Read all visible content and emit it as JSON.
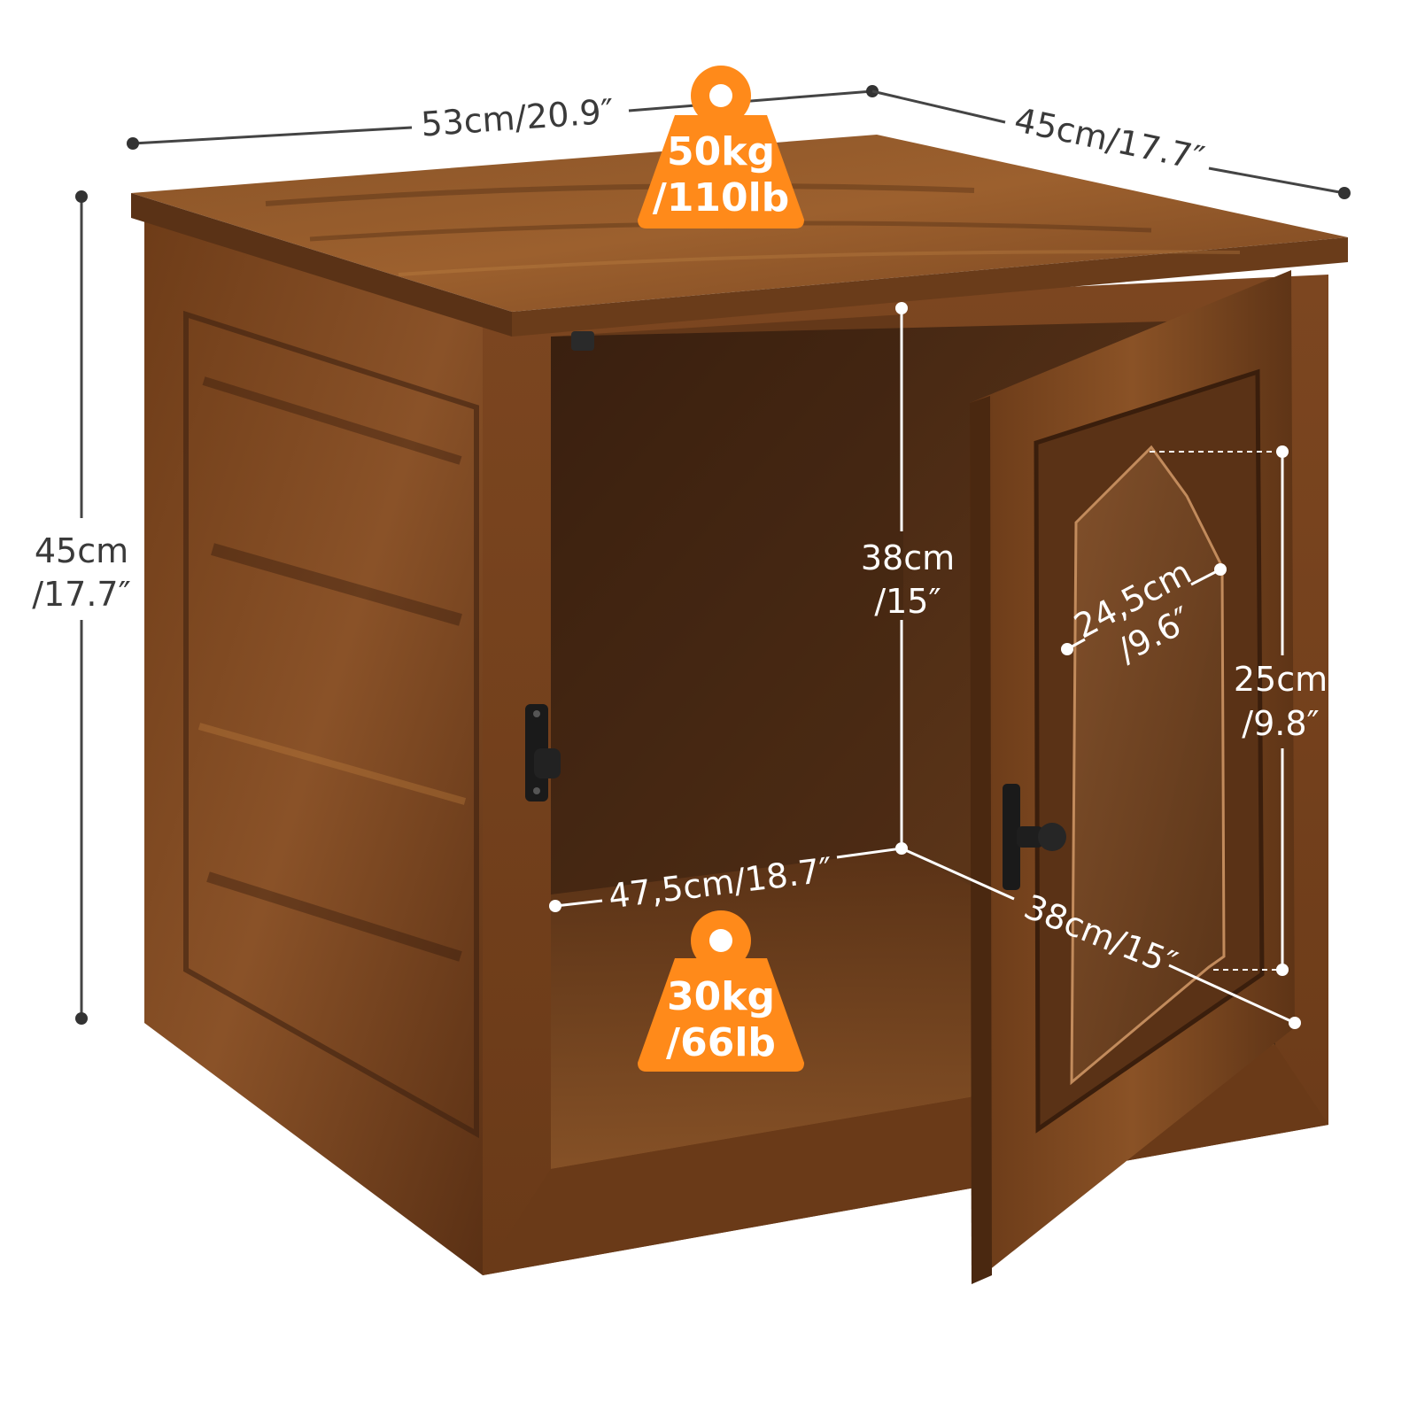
{
  "colors": {
    "wood_dark": "#4a2a14",
    "wood_mid": "#7a4a24",
    "wood_light": "#a86c36",
    "accent_orange": "#ff8a1a",
    "dim_line": "#444444",
    "dim_line_light": "#ffffff"
  },
  "dimensions": {
    "width": "53cm/20.9″",
    "depth": "45cm/17.7″",
    "height_line1": "45cm",
    "height_line2": "/17.7″",
    "inner_height_line1": "38cm",
    "inner_height_line2": "/15″",
    "inner_width": "47,5cm/18.7″",
    "inner_depth": "38cm/15″",
    "window_width_line1": "24,5cm",
    "window_width_line2": "/9.6″",
    "window_height_line1": "25cm",
    "window_height_line2": "/9.8″"
  },
  "load_ratings": {
    "top_line1": "50kg",
    "top_line2": "/110lb",
    "bottom_line1": "30kg",
    "bottom_line2": "/66lb"
  },
  "icons": [
    "weight-icon",
    "weight-icon",
    "latch-icon",
    "door-knob-icon",
    "hinge-icon"
  ]
}
